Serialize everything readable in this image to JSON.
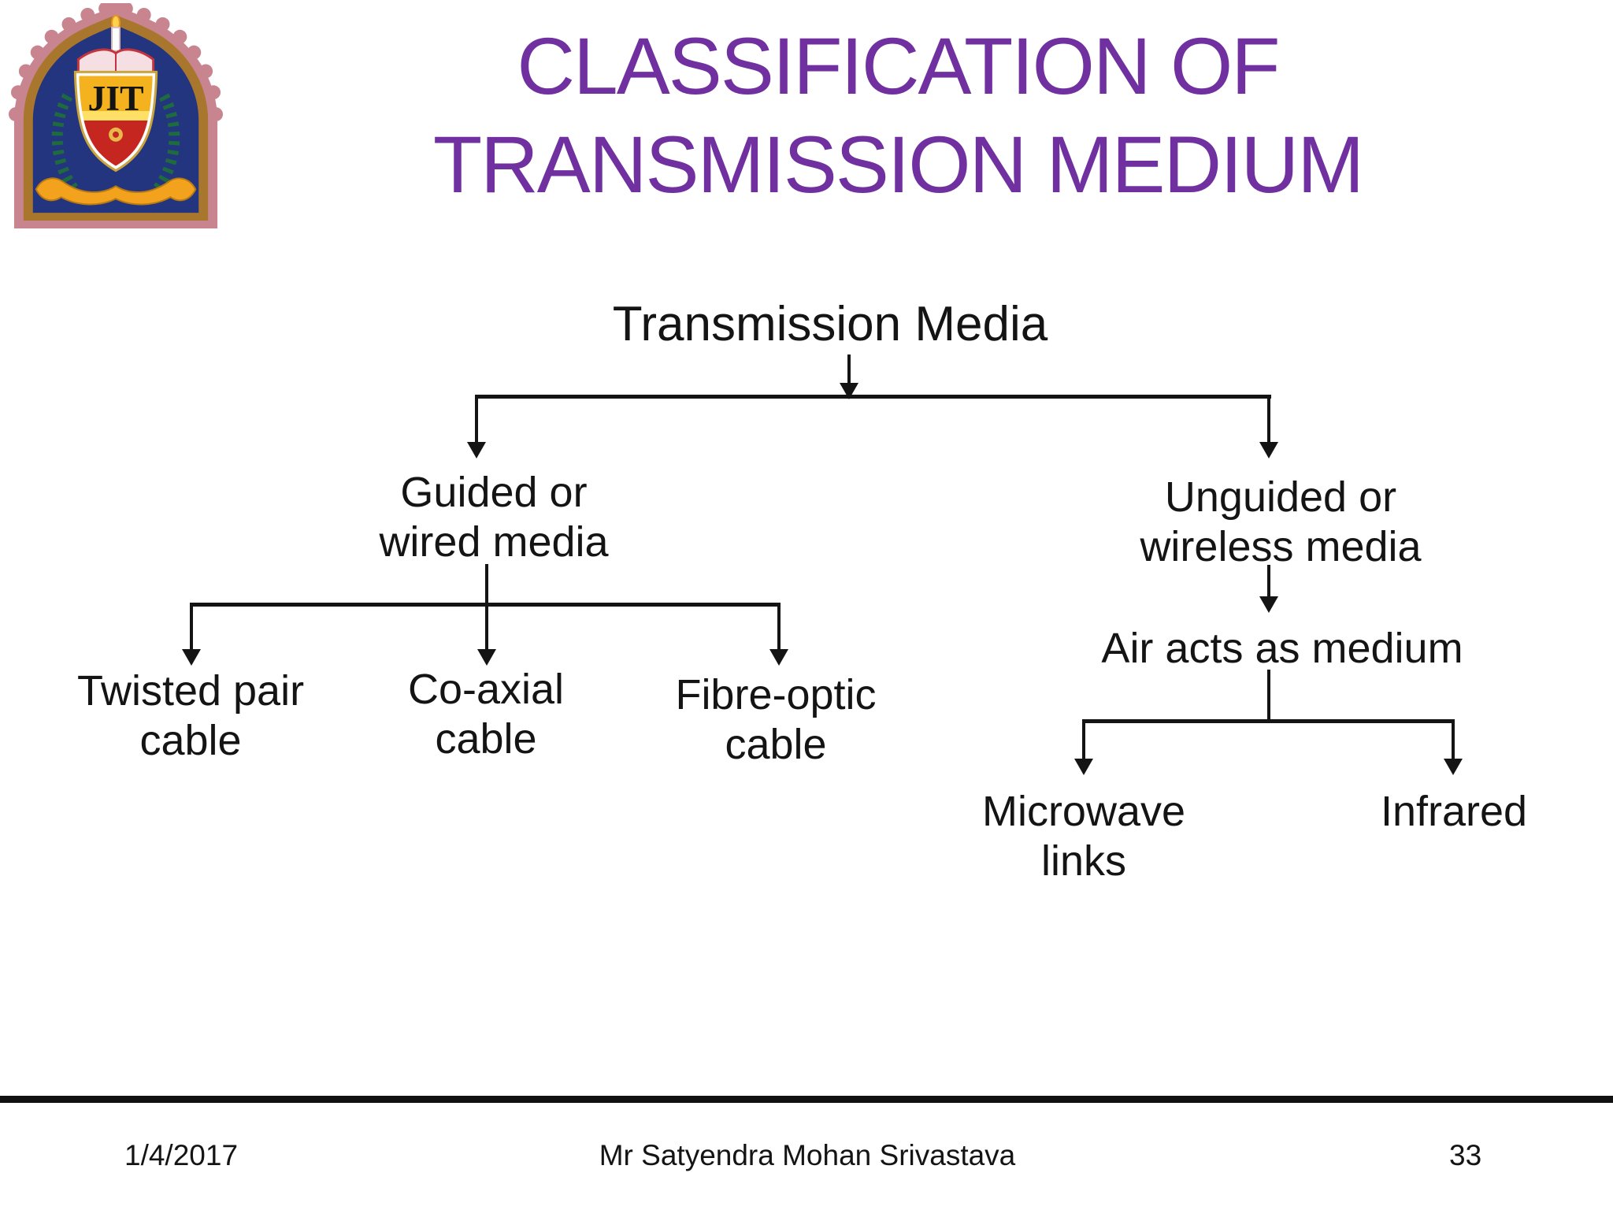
{
  "slide": {
    "title_line1": "CLASSIFICATION OF",
    "title_line2": "TRANSMISSION MEDIUM"
  },
  "logo": {
    "monogram": "JIT"
  },
  "diagram": {
    "root": "Transmission Media",
    "nodes": {
      "guided": {
        "line1": "Guided or",
        "line2": "wired media"
      },
      "unguided": {
        "line1": "Unguided or",
        "line2": "wireless media"
      },
      "air": "Air acts as medium",
      "twisted": {
        "line1": "Twisted pair",
        "line2": "cable"
      },
      "coaxial": {
        "line1": "Co-axial",
        "line2": "cable"
      },
      "fibre": {
        "line1": "Fibre-optic",
        "line2": "cable"
      },
      "microwave": {
        "line1": "Microwave",
        "line2": "links"
      },
      "infrared": "Infrared"
    }
  },
  "footer": {
    "date": "1/4/2017",
    "author": "Mr Satyendra Mohan Srivastava",
    "page_number": "33"
  },
  "colors": {
    "title_accent": "#7030A0",
    "diagram_ink": "#141414",
    "logo_pink": "#c9858f",
    "logo_orange": "#e8941f",
    "logo_blue": "#24357f",
    "logo_green": "#1e6b3f",
    "logo_red": "#c5261f",
    "logo_gold": "#f3b21e"
  }
}
